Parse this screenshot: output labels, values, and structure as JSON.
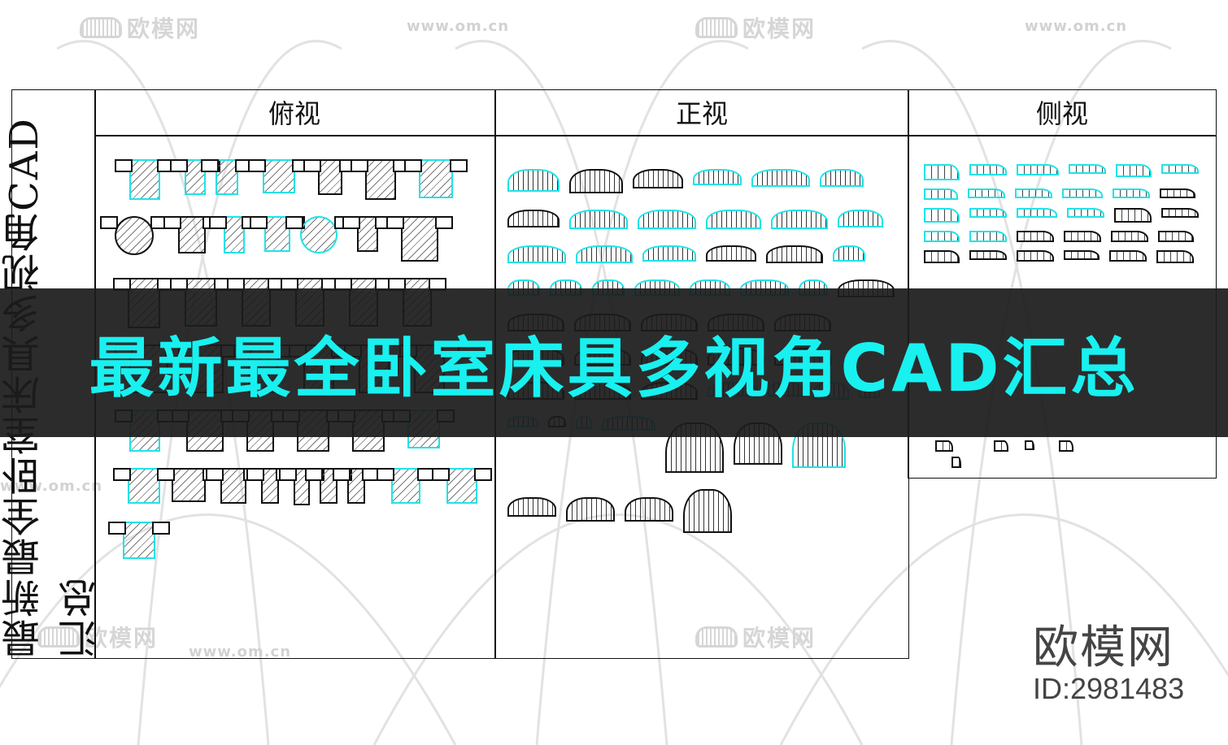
{
  "banner": {
    "title": "最新最全卧室床具多视角CAD汇总",
    "text_color": "#19f0f0",
    "background": "#1c1c1c"
  },
  "sheet": {
    "vertical_title": "最新最全卧室床具多视角CAD汇总",
    "columns": [
      {
        "label": "俯视",
        "block_count": 43
      },
      {
        "label": "正视",
        "block_count": 54
      },
      {
        "label": "侧视",
        "block_count": 40
      }
    ],
    "line_color": "#111111",
    "highlight_color": "#1ee3e8"
  },
  "watermarks": {
    "logo_text": "欧模网",
    "url_text": "www.om.cn"
  },
  "brand": {
    "name": "欧模网",
    "id_label": "ID:2981483"
  }
}
